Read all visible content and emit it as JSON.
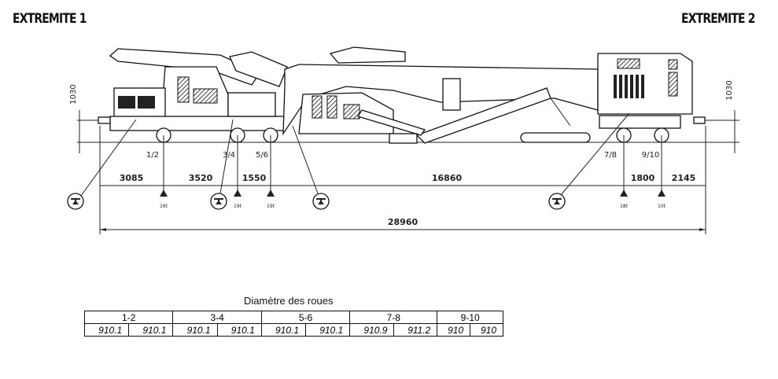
{
  "headers": {
    "left": "EXTREMITE 1",
    "right": "EXTREMITE 2"
  },
  "height_dims": {
    "left": "1030",
    "right": "1030"
  },
  "axles": [
    {
      "label": "1/2",
      "load": "16t"
    },
    {
      "label": "3/4",
      "load": "19t"
    },
    {
      "label": "5/6",
      "load": "19t"
    },
    {
      "label": "7/8",
      "load": "18t"
    },
    {
      "label": "9/10",
      "load": "10t"
    }
  ],
  "spacings": [
    "3085",
    "3520",
    "1550",
    "16860",
    "1800",
    "2145"
  ],
  "total_length": "28960",
  "wheel_table": {
    "title": "Diamètre des roues",
    "groups": [
      "1-2",
      "3-4",
      "5-6",
      "7-8",
      "9-10"
    ],
    "values": [
      "910.1",
      "910.1",
      "910.1",
      "910.1",
      "910.1",
      "910.1",
      "910.9",
      "911.2",
      "910",
      "910"
    ]
  }
}
